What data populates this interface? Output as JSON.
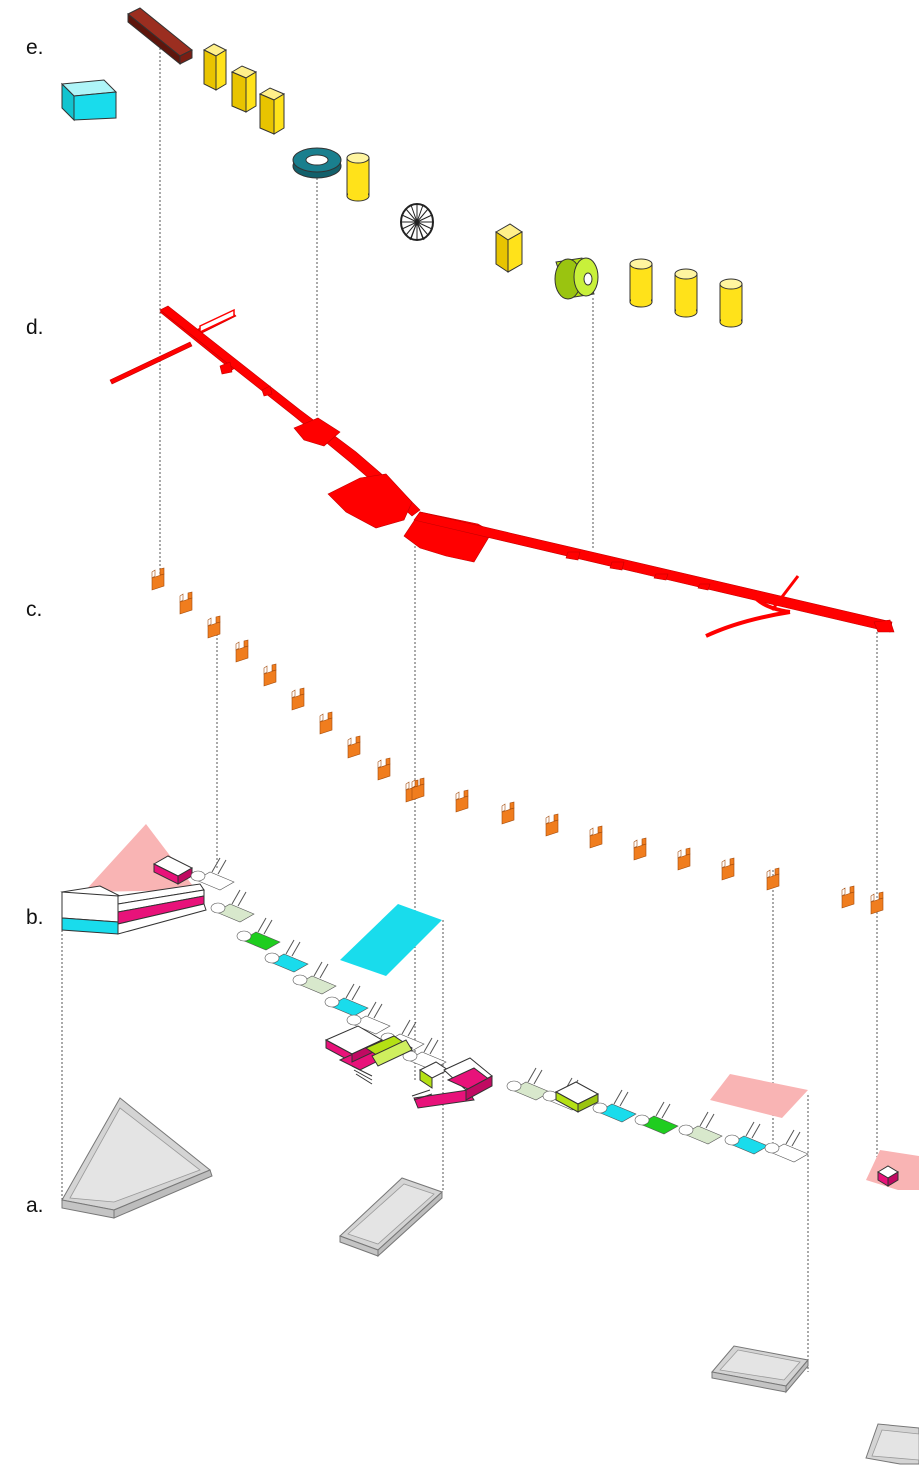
{
  "layers": [
    {
      "id": "e",
      "label": "e."
    },
    {
      "id": "d",
      "label": "d."
    },
    {
      "id": "c",
      "label": "c."
    },
    {
      "id": "b",
      "label": "b."
    },
    {
      "id": "a",
      "label": "a."
    }
  ],
  "colors": {
    "path_red": "#ff0000",
    "module_orange": "#f07d1e",
    "pavilion_yellow": "#ffe21a",
    "teal_ring": "#1a7f8e",
    "lime": "#b4e014",
    "brown": "#7a1e14",
    "cyan": "#19dcec",
    "magenta": "#e8127a",
    "pink": "#f9b4b4",
    "green": "#1fcd1f",
    "pale_green": "#d8e8cc",
    "ground_grey": "#d4d4d4"
  }
}
